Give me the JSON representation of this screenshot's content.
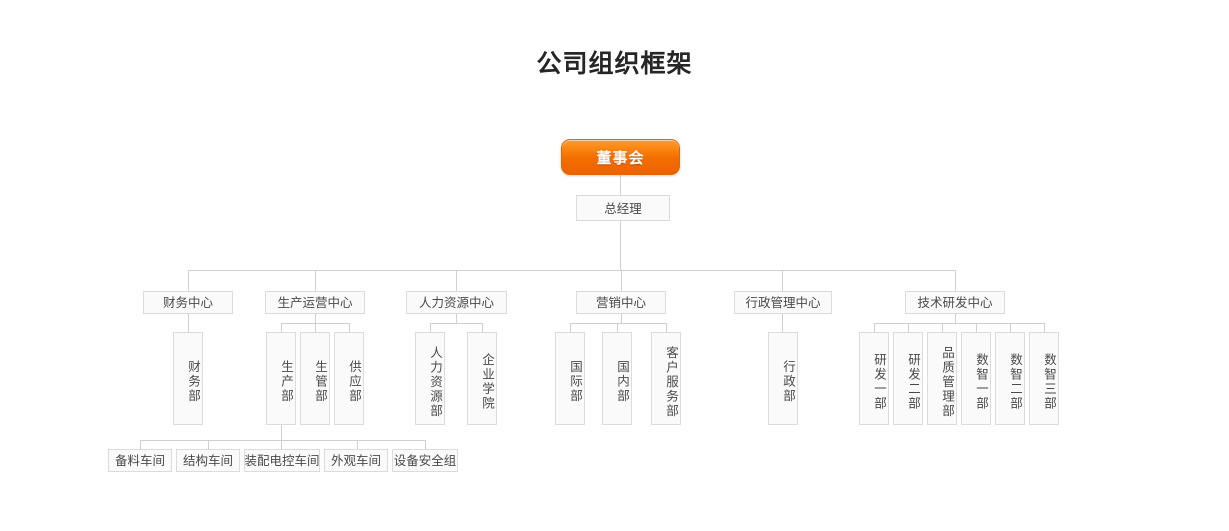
{
  "title": "公司组织框架",
  "colors": {
    "root_accent": "#f36f00",
    "node_border": "#dcdcdc",
    "node_fill": "#fafafa",
    "connector": "#d0d0d0",
    "title_text": "#262626",
    "node_text": "#4a4a4a"
  },
  "chart_data": {
    "type": "diagram",
    "title": "公司组织框架",
    "root": {
      "label": "董事会",
      "children": [
        {
          "label": "总经理",
          "children": [
            {
              "label": "财务中心",
              "children": [
                {
                  "label": "财务部"
                }
              ]
            },
            {
              "label": "生产运营中心",
              "children": [
                {
                  "label": "生产部",
                  "children": [
                    {
                      "label": "备料车间"
                    },
                    {
                      "label": "结构车间"
                    },
                    {
                      "label": "装配电控车间"
                    },
                    {
                      "label": "外观车间"
                    },
                    {
                      "label": "设备安全组"
                    }
                  ]
                },
                {
                  "label": "生管部"
                },
                {
                  "label": "供应部"
                }
              ]
            },
            {
              "label": "人力资源中心",
              "children": [
                {
                  "label": "人力资源部"
                },
                {
                  "label": "企业学院"
                }
              ]
            },
            {
              "label": "营销中心",
              "children": [
                {
                  "label": "国际部"
                },
                {
                  "label": "国内部"
                },
                {
                  "label": "客户服务部"
                }
              ]
            },
            {
              "label": "行政管理中心",
              "children": [
                {
                  "label": "行政部"
                }
              ]
            },
            {
              "label": "技术研发中心",
              "children": [
                {
                  "label": "研发一部"
                },
                {
                  "label": "研发二部"
                },
                {
                  "label": "品质管理部"
                },
                {
                  "label": "数智一部"
                },
                {
                  "label": "数智二部"
                },
                {
                  "label": "数智三部"
                }
              ]
            }
          ]
        }
      ]
    }
  },
  "nodes": {
    "root": "董事会",
    "gm": "总经理",
    "centers": {
      "finance": "财务中心",
      "production": "生产运营中心",
      "hr": "人力资源中心",
      "marketing": "营销中心",
      "admin": "行政管理中心",
      "rnd": "技术研发中心"
    },
    "departments": {
      "finance_dept": "财务部",
      "production_dept": "生产部",
      "prod_mgmt_dept": "生管部",
      "supply_dept": "供应部",
      "hr_dept": "人力资源部",
      "corp_academy": "企业学院",
      "intl_dept": "国际部",
      "domestic_dept": "国内部",
      "customer_service_dept": "客户服务部",
      "admin_dept": "行政部",
      "rnd_dept_1": "研发一部",
      "rnd_dept_2": "研发二部",
      "quality_dept": "品质管理部",
      "digital_dept_1": "数智一部",
      "digital_dept_2": "数智二部",
      "digital_dept_3": "数智三部"
    },
    "workshops": {
      "material": "备料车间",
      "structure": "结构车间",
      "assembly": "装配电控车间",
      "appearance": "外观车间",
      "equipment_safety": "设备安全组"
    }
  }
}
